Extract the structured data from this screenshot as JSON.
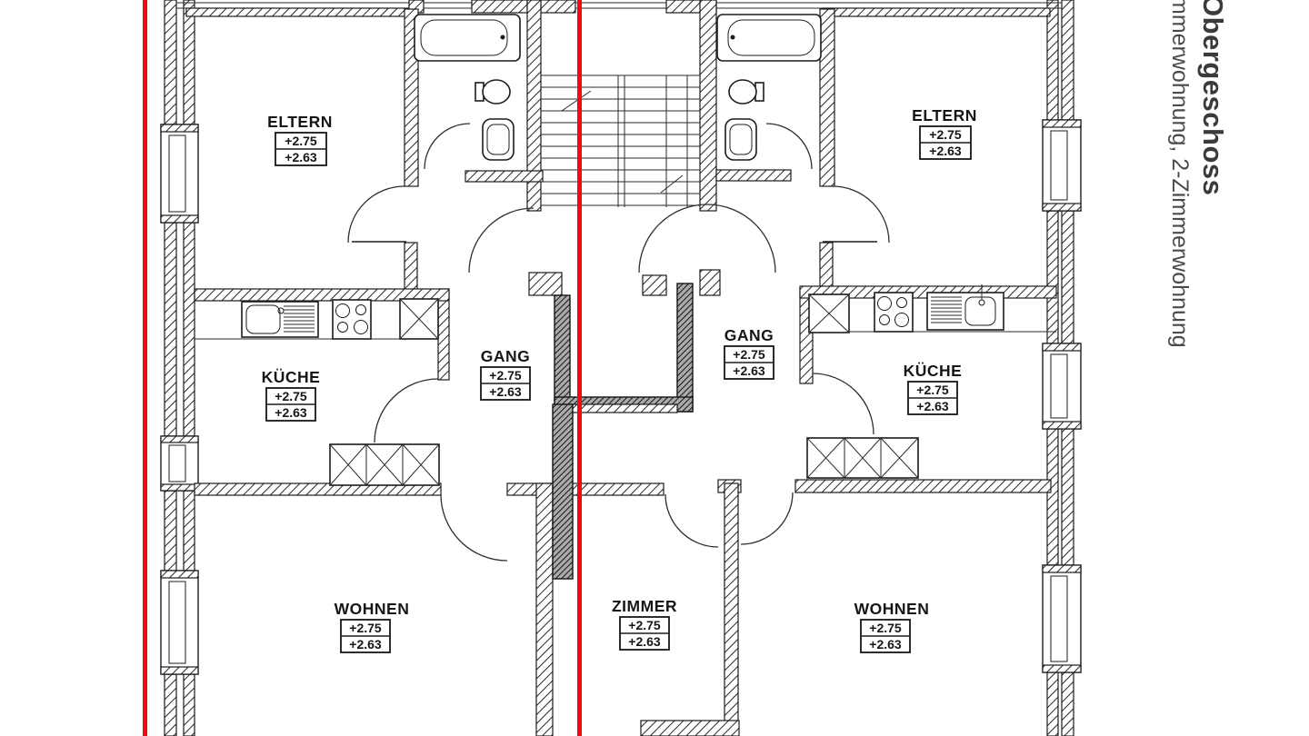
{
  "side_caption": {
    "title": "Obergeschoss",
    "subtitle": "mmerwohnung, 2-Zimmerwohnung"
  },
  "floorplan": {
    "colors": {
      "line": "#1f1f1f",
      "section_marker": "#f10b0b",
      "caption_text": "#3b3b3b"
    },
    "rooms": [
      {
        "id": "eltern-left",
        "name": "ELTERN",
        "level_upper": "+2.75",
        "level_lower": "+2.63"
      },
      {
        "id": "eltern-right",
        "name": "ELTERN",
        "level_upper": "+2.75",
        "level_lower": "+2.63"
      },
      {
        "id": "gang-left",
        "name": "GANG",
        "level_upper": "+2.75",
        "level_lower": "+2.63"
      },
      {
        "id": "gang-right",
        "name": "GANG",
        "level_upper": "+2.75",
        "level_lower": "+2.63"
      },
      {
        "id": "kueche-left",
        "name": "KÜCHE",
        "level_upper": "+2.75",
        "level_lower": "+2.63"
      },
      {
        "id": "kueche-right",
        "name": "KÜCHE",
        "level_upper": "+2.75",
        "level_lower": "+2.63"
      },
      {
        "id": "wohnen-left",
        "name": "WOHNEN",
        "level_upper": "+2.75",
        "level_lower": "+2.63"
      },
      {
        "id": "zimmer-center",
        "name": "ZIMMER",
        "level_upper": "+2.75",
        "level_lower": "+2.63"
      },
      {
        "id": "wohnen-right",
        "name": "WOHNEN",
        "level_upper": "+2.75",
        "level_lower": "+2.63"
      }
    ]
  }
}
